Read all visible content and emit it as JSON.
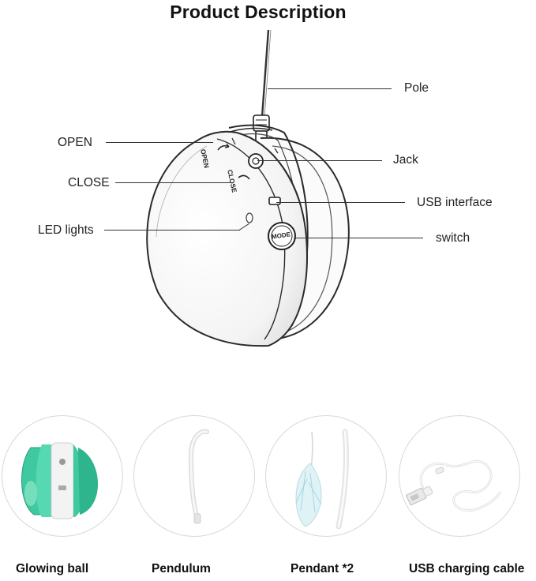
{
  "title": "Product Description",
  "callouts": {
    "pole": "Pole",
    "open": "OPEN",
    "jack": "Jack",
    "close": "CLOSE",
    "usb_interface": "USB interface",
    "led_lights": "LED lights",
    "switch": "switch"
  },
  "device_markings": {
    "open": "OPEN",
    "close": "CLOSE",
    "mode": "MODE"
  },
  "accessories": [
    {
      "label": "Glowing ball"
    },
    {
      "label": "Pendulum"
    },
    {
      "label": "Pendant *2"
    },
    {
      "label": "USB charging cable"
    }
  ],
  "colors": {
    "glow_green": "#3fc9a0",
    "outline": "#2a2a2a",
    "thumb_border": "#d8d8d8"
  }
}
